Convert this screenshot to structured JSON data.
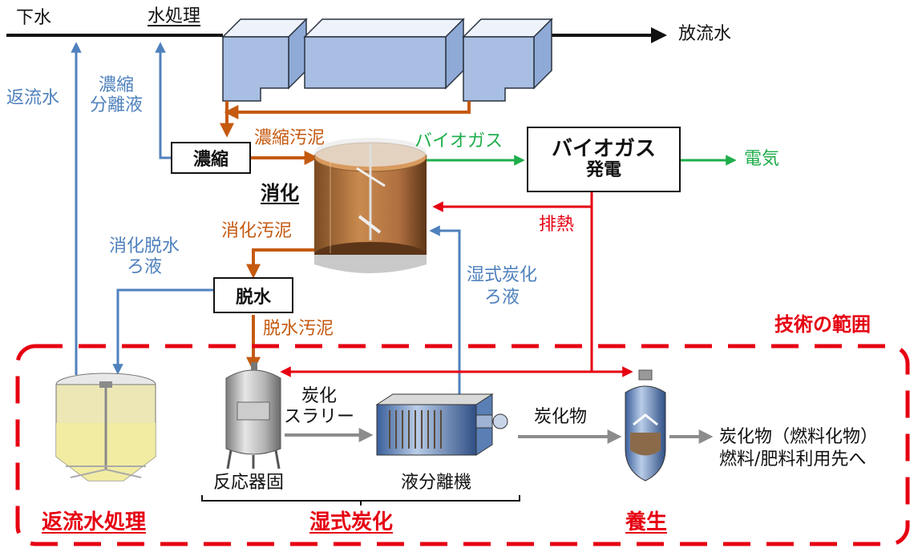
{
  "labels": {
    "sewage": "下水",
    "water_treatment": "水処理",
    "effluent": "放流水",
    "return_water": "返流水",
    "thickening_filtrate": "濃縮\n分離液",
    "thickened_sludge": "濃縮汚泥",
    "biogas_flow": "バイオガス",
    "electricity": "電気",
    "digestion": "消化",
    "digested_sludge": "消化汚泥",
    "waste_heat": "排熱",
    "digestion_filtrate": "消化脱水\nろ液",
    "wet_carb_filtrate": "湿式炭化\nろ液",
    "dewatered_sludge": "脱水汚泥",
    "tech_scope": "技術の範囲",
    "carb_slurry": "炭化\nスラリー",
    "carbide_flow": "炭化物",
    "carbide_output": "炭化物（燃料化物）\n燃料/肥料利用先へ",
    "reactor": "反応器固",
    "separator": "液分離機"
  },
  "boxes": {
    "thickening": "濃縮",
    "biogas_title": "バイオガス",
    "biogas_sub": "発電",
    "dewatering": "脱水"
  },
  "sections": {
    "return_treatment": "返流水処理",
    "wet_carbonization": "湿式炭化",
    "curing": "養生"
  },
  "colors": {
    "main_flow": "#111111",
    "filtrate": "#4f81bd",
    "sludge": "#c55a11",
    "biogas": "#1fae4b",
    "heat": "#e60012",
    "carbide": "#8c8c8c"
  }
}
